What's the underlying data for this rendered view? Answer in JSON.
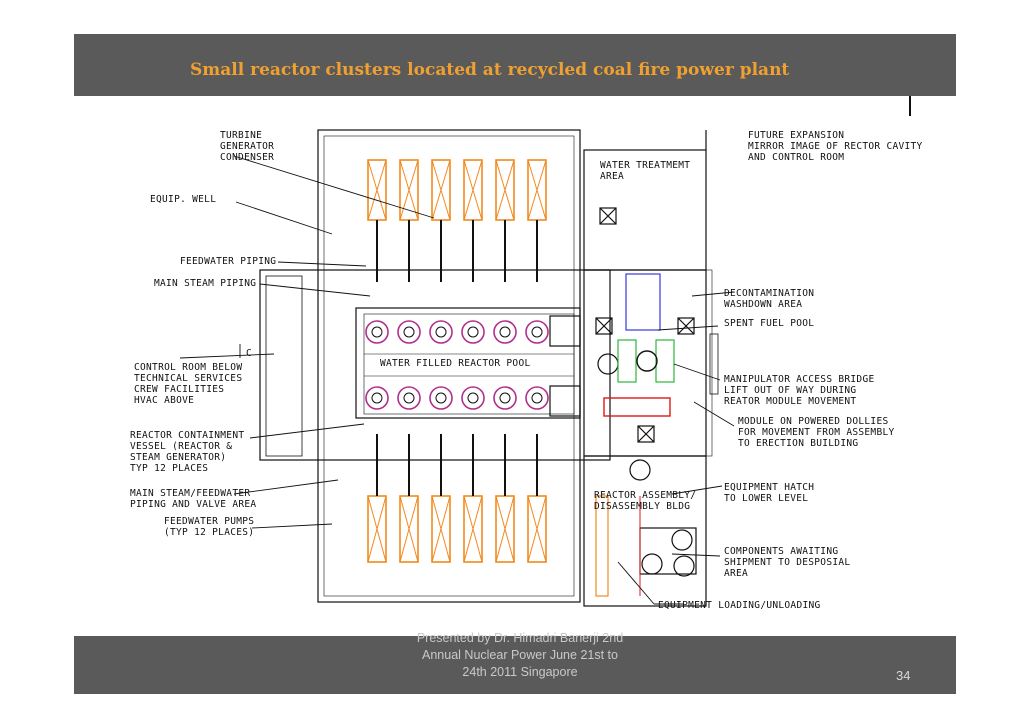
{
  "slide": {
    "title": "Small reactor clusters located at recycled coal fire power plant",
    "footer": [
      "Presented by Dr. Himadri Banerji 2nd",
      "Annual  Nuclear Power June 21st to",
      "24th 2011 Singapore"
    ],
    "page_number": "34"
  },
  "drawing": {
    "labels_left": {
      "turbine": [
        "TURBINE",
        "GENERATOR",
        "CONDENSER"
      ],
      "equip_well": [
        "EQUIP. WELL"
      ],
      "feedwater_piping": [
        "FEEDWATER PIPING"
      ],
      "main_steam_piping": [
        "MAIN STEAM PIPING"
      ],
      "control_room": [
        "CONTROL ROOM BELOW",
        "TECHNICAL SERVICES",
        "CREW FACILITIES",
        "HVAC ABOVE"
      ],
      "containment": [
        "REACTOR CONTAINMENT",
        "VESSEL (REACTOR &",
        "STEAM GENERATOR)",
        "TYP 12 PLACES"
      ],
      "valve_area": [
        "MAIN STEAM/FEEDWATER",
        "PIPING AND VALVE AREA"
      ],
      "pumps": [
        "FEEDWATER PUMPS",
        "(TYP 12 PLACES)"
      ]
    },
    "labels_right": {
      "future": [
        "FUTURE EXPANSION",
        "MIRROR IMAGE OF RECTOR CAVITY",
        "AND CONTROL ROOM"
      ],
      "decon": [
        "DECONTAMINATION",
        "WASHDOWN AREA"
      ],
      "spent_fuel": [
        "SPENT FUEL POOL"
      ],
      "manipulator": [
        "MANIPULATOR ACCESS BRIDGE",
        "LIFT OUT OF WAY DURING",
        "REATOR MODULE MOVEMENT"
      ],
      "dollies": [
        "MODULE ON POWERED DOLLIES",
        "FOR MOVEMENT FROM ASSEMBLY",
        "TO ERECTION BUILDING"
      ],
      "hatch": [
        "EQUIPMENT HATCH",
        "TO LOWER LEVEL"
      ],
      "components": [
        "COMPONENTS AWAITING",
        "SHIPMENT TO DESPOSIAL",
        "AREA"
      ],
      "loading": [
        "EQUIPMENT LOADING/UNLOADING"
      ]
    },
    "labels_inner": {
      "water_treatment": [
        "WATER TREATMEMT",
        "AREA"
      ],
      "pool": [
        "WATER FILLED REACTOR POOL"
      ],
      "assembly": [
        "REACTOR ASSEMBLY/",
        "DISASSEMBLY BLDG"
      ],
      "c_mark": [
        "C"
      ]
    },
    "colors": {
      "turbine": "#f08a1e",
      "vessel": "#b0308e",
      "module": "#e01818",
      "bridge": "#2cb83a",
      "pool_lane": "#3a3ae0",
      "line": "#111111"
    }
  }
}
